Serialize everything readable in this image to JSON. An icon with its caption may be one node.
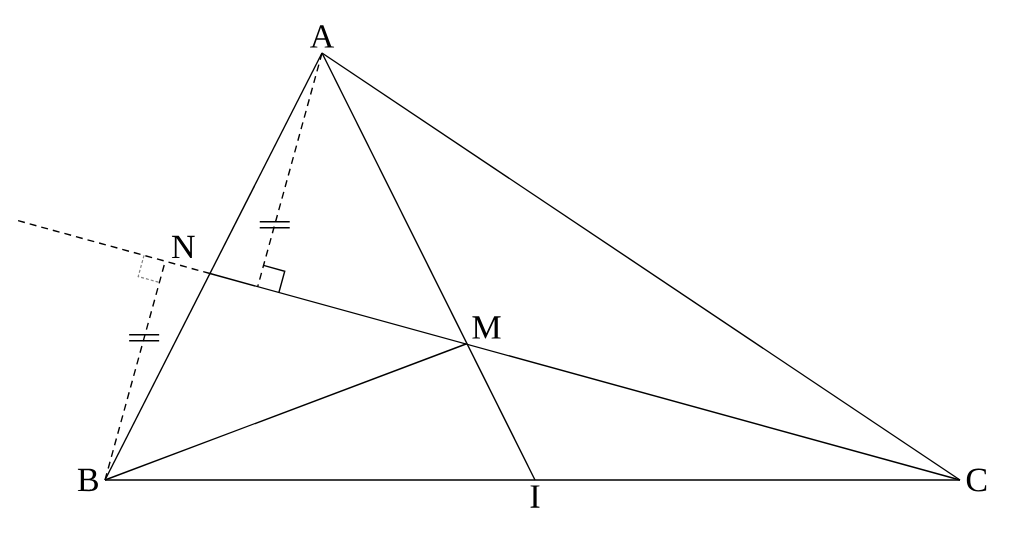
{
  "diagram": {
    "nodes": [
      {
        "text": [
          "A"
        ]
      },
      {
        "text": [
          "B"
        ]
      },
      {
        "text": [
          "C"
        ]
      },
      {
        "text": [
          "M"
        ]
      },
      {
        "text": [
          "N"
        ]
      },
      {
        "text": [
          "I"
        ]
      },
      {
        "text": [],
        "shape": "right-angle"
      },
      {
        "text": [],
        "shape": "right-angle"
      }
    ],
    "edges": [
      {
        "from": 0,
        "to": 1,
        "arrow": "none"
      },
      {
        "from": 0,
        "to": 2,
        "arrow": "none"
      },
      {
        "from": 1,
        "to": 2,
        "arrow": "none"
      },
      {
        "from": 0,
        "to": 5,
        "arrow": "none"
      },
      {
        "from": 1,
        "to": 3,
        "arrow": "none"
      },
      {
        "from": 2,
        "to": 4,
        "arrow": "none"
      },
      {
        "from": 0,
        "to": 7,
        "arrow": "none",
        "style": "dashed"
      },
      {
        "from": 1,
        "to": 6,
        "arrow": "none",
        "style": "dashed"
      },
      {
        "from": 4,
        "to": null,
        "arrow": "none",
        "style": "dashed"
      }
    ]
  }
}
